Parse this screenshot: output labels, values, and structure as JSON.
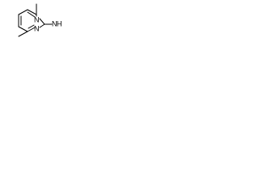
{
  "molecule": {
    "atoms": {
      "n1": "N",
      "n3": "N",
      "amino_n": "N",
      "amino_h": "H"
    },
    "colors": {
      "bond": "#000000",
      "label": "#000000",
      "background": "#ffffff"
    }
  }
}
